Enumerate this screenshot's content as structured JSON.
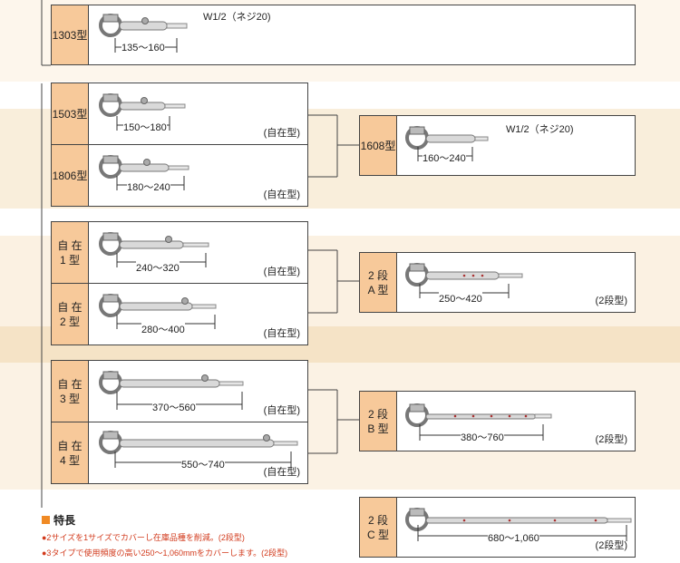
{
  "models": [
    {
      "id": "m1303",
      "label": "1303型",
      "dimension": "135〜160",
      "thread": "W1/2（ネジ20)",
      "note": ""
    },
    {
      "id": "m1503",
      "label": "1503型",
      "dimension": "150〜180",
      "thread": "",
      "note": "(自在型)"
    },
    {
      "id": "m1806",
      "label": "1806型",
      "dimension": "180〜240",
      "thread": "",
      "note": "(自在型)"
    },
    {
      "id": "m1608",
      "label": "1608型",
      "dimension": "160〜240",
      "thread": "W1/2（ネジ20)",
      "note": ""
    },
    {
      "id": "jizai1",
      "label_lines": [
        "自 在",
        "1 型"
      ],
      "dimension": "240〜320",
      "note": "(自在型)"
    },
    {
      "id": "jizai2",
      "label_lines": [
        "自 在",
        "2 型"
      ],
      "dimension": "280〜400",
      "note": "(自在型)"
    },
    {
      "id": "nidanA",
      "label_lines": [
        "2 段",
        "A 型"
      ],
      "dimension": "250〜420",
      "note": "(2段型)"
    },
    {
      "id": "jizai3",
      "label_lines": [
        "自 在",
        "3 型"
      ],
      "dimension": "370〜560",
      "note": "(自在型)"
    },
    {
      "id": "jizai4",
      "label_lines": [
        "自 在",
        "4 型"
      ],
      "dimension": "550〜740",
      "note": "(自在型)"
    },
    {
      "id": "nidanB",
      "label_lines": [
        "2 段",
        "B 型"
      ],
      "dimension": "380〜760",
      "note": "(2段型)"
    },
    {
      "id": "nidanC",
      "label_lines": [
        "2 段",
        "C 型"
      ],
      "dimension": "680〜1,060",
      "note": "(2段型)"
    }
  ],
  "features": {
    "title": "特長",
    "items": [
      "●2サイズを1サイズでカバーし在庫品種を削減。(2段型)",
      "●3タイプで使用頻度の高い250〜1,060mmをカバーします。(2段型)"
    ]
  },
  "colors": {
    "label_bg": "#f7c99a",
    "stripe": "#f8ecd6",
    "feature_text": "#d23a1c",
    "feature_square": "#f08a24"
  }
}
